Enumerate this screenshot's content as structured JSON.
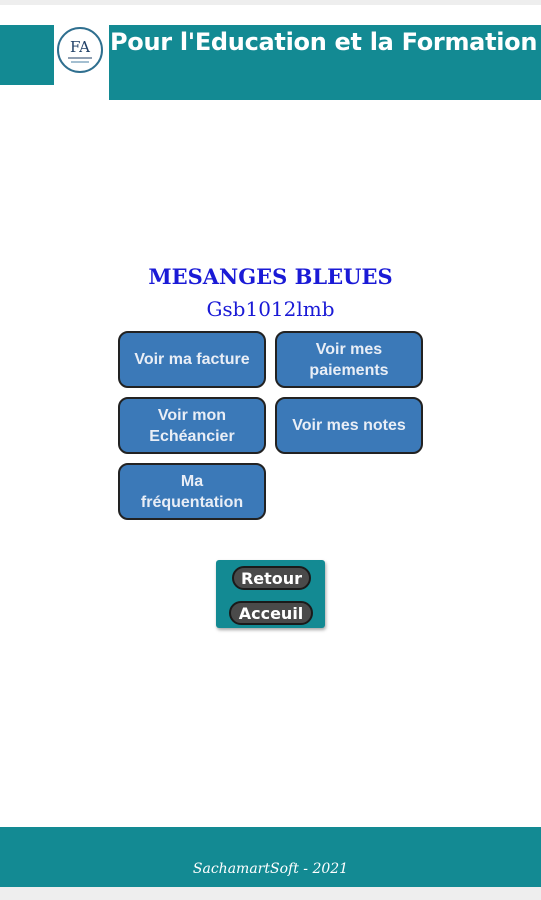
{
  "header": {
    "title": "Pour l'Education et la Formation",
    "logo_icon": "fa-monogram-logo",
    "logo_text": "FA"
  },
  "student": {
    "school_name": "MESANGES BLEUES",
    "code": "Gsb1012lmb"
  },
  "menu": {
    "invoice": "Voir ma facture",
    "payments": "Voir mes paiements",
    "schedule": "Voir mon Echéancier",
    "grades": "Voir mes notes",
    "attendance": "Ma fréquentation"
  },
  "nav": {
    "back": "Retour",
    "home": "Acceuil"
  },
  "footer": {
    "text": "SachamartSoft - 2021"
  },
  "colors": {
    "teal": "#138a93",
    "button_blue": "#3b79b8",
    "title_blue": "#1a1ad6"
  }
}
